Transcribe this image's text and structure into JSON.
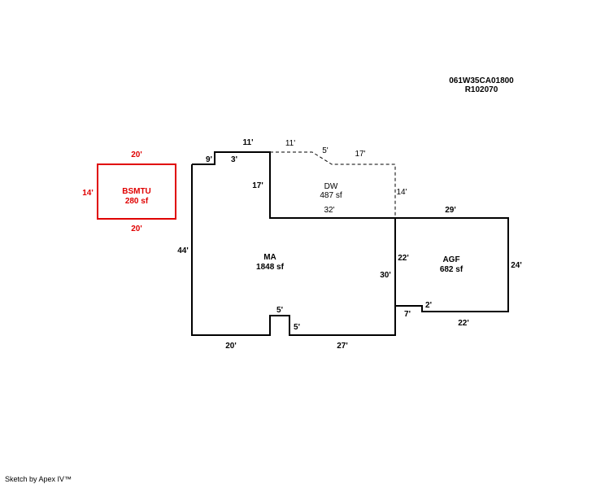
{
  "header": {
    "parcel_id": "061W35CA01800",
    "account": "R102070"
  },
  "footer": {
    "credit": "Sketch by Apex IV™"
  },
  "areas": {
    "bsmtu": {
      "name": "BSMTU",
      "size": "280 sf"
    },
    "dw": {
      "name": "DW",
      "size": "487 sf"
    },
    "ma": {
      "name": "MA",
      "size": "1848 sf"
    },
    "agf": {
      "name": "AGF",
      "size": "682 sf"
    }
  },
  "dimensions": {
    "bsmtu_top": "20'",
    "bsmtu_left": "14'",
    "bsmtu_bottom": "20'",
    "ma_top_left": "9'",
    "ma_step": "3'",
    "ma_top_11": "11'",
    "dw_top_11": "11'",
    "dw_diag_5": "5'",
    "dw_top_17": "17'",
    "dw_left_17": "17'",
    "dw_right_14": "14'",
    "dw_bottom_32": "32'",
    "agf_top_29": "29'",
    "ma_left_44": "44'",
    "agf_left_22": "22'",
    "ma_right_30": "30'",
    "agf_right_24": "24'",
    "notch_top_5": "5'",
    "notch_side_5": "5'",
    "agf_notch_2": "2'",
    "agf_notch_7": "7'",
    "agf_bottom_22": "22'",
    "ma_bottom_20": "20'",
    "ma_bottom_27": "27'"
  }
}
